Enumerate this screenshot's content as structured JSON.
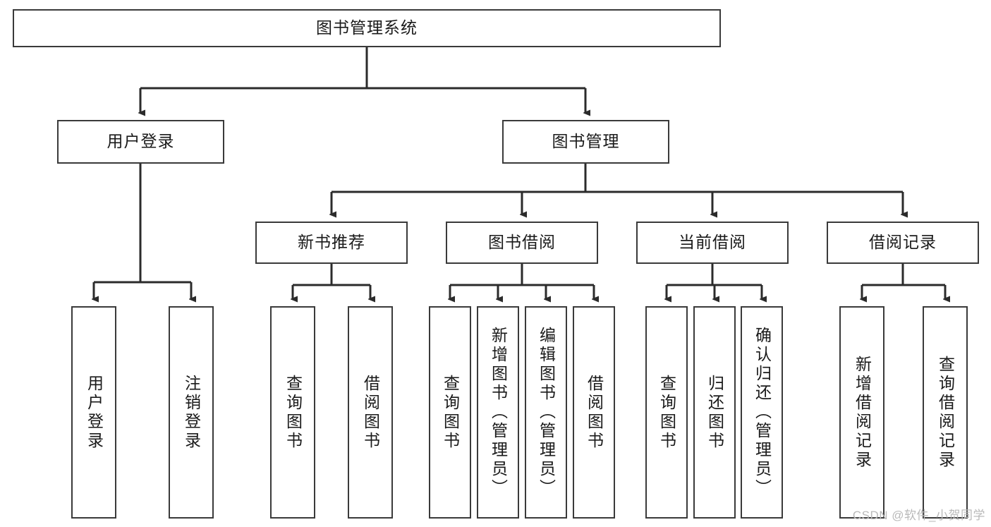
{
  "diagram": {
    "title": "图书管理系统",
    "type": "tree-hierarchy-diagram",
    "watermark": "CSDN @软件_小贺同学",
    "style": {
      "box_border_color": "#3a3a3a",
      "box_fill_color": "#ffffff",
      "connector_color": "#2b2b2b",
      "text_color": "#1a1a1a",
      "watermark_color": "#b9b9b9",
      "canvas_background": "#ffffff"
    },
    "nodes": {
      "root": {
        "label": "图书管理系统",
        "orientation": "horizontal"
      },
      "level2": [
        {
          "id": "user-login",
          "label": "用户登录",
          "orientation": "horizontal"
        },
        {
          "id": "book-management",
          "label": "图书管理",
          "orientation": "horizontal"
        }
      ],
      "level3": [
        {
          "id": "new-book-recommend",
          "label": "新书推荐",
          "orientation": "horizontal"
        },
        {
          "id": "book-borrow",
          "label": "图书借阅",
          "orientation": "horizontal"
        },
        {
          "id": "current-borrow",
          "label": "当前借阅",
          "orientation": "horizontal"
        },
        {
          "id": "borrow-record",
          "label": "借阅记录",
          "orientation": "horizontal"
        }
      ],
      "leaves": {
        "user_login": [
          {
            "id": "leaf-user-login",
            "label": "用户登录",
            "orientation": "vertical"
          },
          {
            "id": "leaf-logout",
            "label": "注销登录",
            "orientation": "vertical"
          }
        ],
        "new_book_recommend": [
          {
            "id": "leaf-query-book-1",
            "label": "查询图书",
            "orientation": "vertical"
          },
          {
            "id": "leaf-borrow-book-1",
            "label": "借阅图书",
            "orientation": "vertical"
          }
        ],
        "book_borrow": [
          {
            "id": "leaf-query-book-2",
            "label": "查询图书",
            "orientation": "vertical"
          },
          {
            "id": "leaf-add-book",
            "label": "新增图书（管理员）",
            "orientation": "vertical"
          },
          {
            "id": "leaf-edit-book",
            "label": "编辑图书（管理员）",
            "orientation": "vertical"
          },
          {
            "id": "leaf-borrow-book-2",
            "label": "借阅图书",
            "orientation": "vertical"
          }
        ],
        "current_borrow": [
          {
            "id": "leaf-query-book-3",
            "label": "查询图书",
            "orientation": "vertical"
          },
          {
            "id": "leaf-return-book",
            "label": "归还图书",
            "orientation": "vertical"
          },
          {
            "id": "leaf-confirm-return",
            "label": "确认归还（管理员）",
            "orientation": "vertical"
          }
        ],
        "borrow_record": [
          {
            "id": "leaf-add-record",
            "label": "新增借阅记录",
            "orientation": "vertical"
          },
          {
            "id": "leaf-query-record",
            "label": "查询借阅记录",
            "orientation": "vertical"
          }
        ]
      }
    }
  }
}
